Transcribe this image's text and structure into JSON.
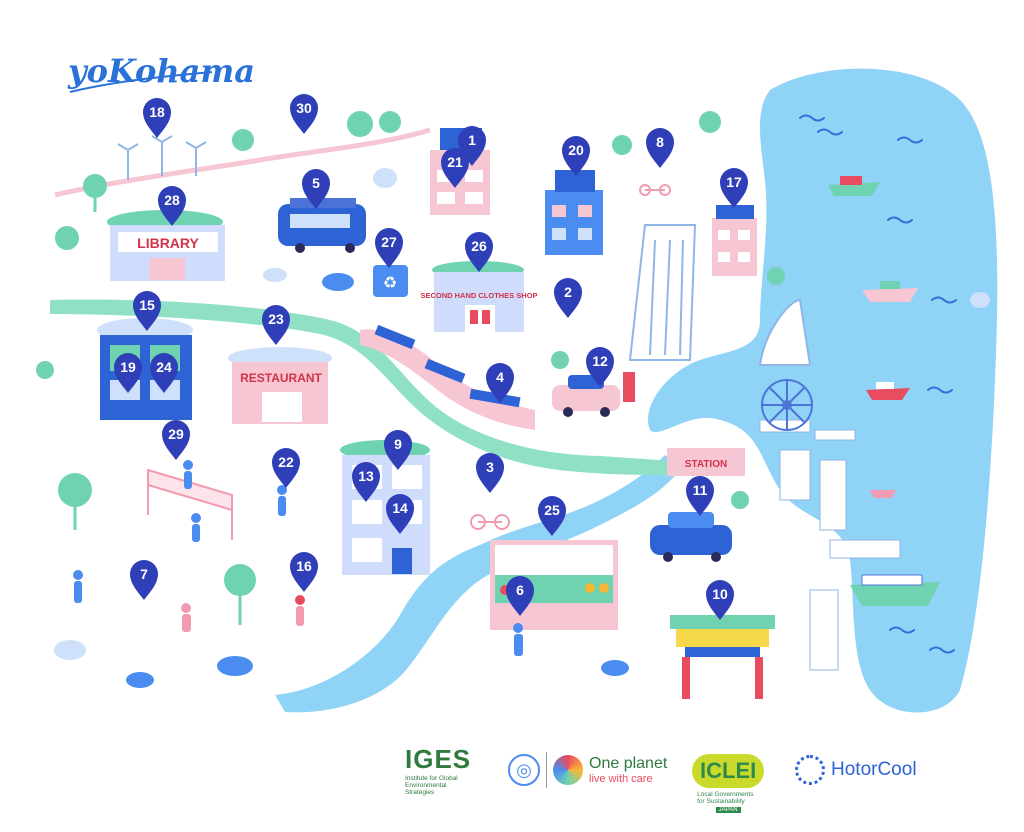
{
  "map": {
    "title": "yoKohama",
    "colors": {
      "water": "#8fd3f7",
      "park": "#6fd2b0",
      "building": "#5a8ff0",
      "pin": "#2f3fb8",
      "accent": "#e94b5f",
      "pink": "#f6c6d3"
    },
    "signs": {
      "library": "LIBRARY",
      "restaurant": "RESTAURANT",
      "secondhand": "SECOND HAND CLOTHES SHOP",
      "station": "STATION"
    },
    "pins": [
      "1",
      "2",
      "3",
      "4",
      "5",
      "6",
      "7",
      "8",
      "9",
      "10",
      "11",
      "12",
      "13",
      "14",
      "15",
      "16",
      "17",
      "18",
      "19",
      "20",
      "21",
      "22",
      "23",
      "24",
      "25",
      "26",
      "27",
      "28",
      "29",
      "30"
    ]
  },
  "logos": {
    "iges": {
      "name": "IGES",
      "subtitle": "Institute for Global Environmental Strategies"
    },
    "oneplanet": {
      "name": "One planet",
      "tagline": "live with care",
      "icon": "un-emblem-icon"
    },
    "iclei": {
      "name": "ICLEI",
      "subtitle": "Local Governments for Sustainability",
      "badge": "JAPAN"
    },
    "hotorcool": {
      "name": "HotorCool",
      "icon": "sunburst-icon"
    }
  }
}
